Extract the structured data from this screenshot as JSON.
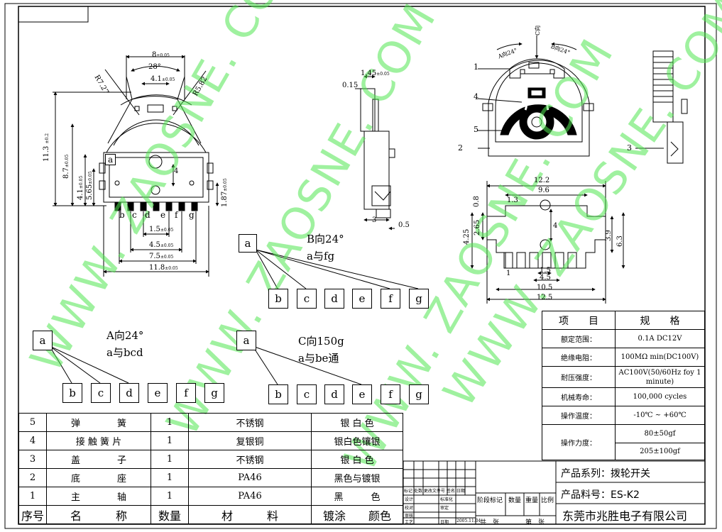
{
  "drawing": {
    "dims": {
      "w8": "8",
      "tol05": "±0.05",
      "ang28": "28°",
      "w41": "4.1",
      "r727": "R7.27",
      "r582": "R5.82",
      "h113": "11.3",
      "tol02": "±0.2",
      "h87": "8.7",
      "h41": "4.1",
      "h565": "5.65",
      "h187": "1.87",
      "w15": "1.5",
      "w45": "4.5",
      "w75": "7.5",
      "w118": "11.8",
      "w4": "4",
      "w145": "1.45",
      "w015": "0.15",
      "w3": "3",
      "w05": "0.5",
      "b122": "12.2",
      "b96": "9.6",
      "b13": "1.3",
      "b08": "0.8",
      "b425": "4.25",
      "b265": "2.65",
      "b4": "4",
      "b39": "3.9",
      "b63": "6.3",
      "b1": "1",
      "b15": "1.5",
      "b45": "4.5",
      "b105": "10.5",
      "b125": "12.5"
    },
    "pins": [
      "b",
      "c",
      "d",
      "e",
      "f",
      "g"
    ],
    "pin_a": "a",
    "callouts": [
      "1",
      "2",
      "3",
      "4",
      "5"
    ],
    "view_a_lbl": "A向24°",
    "view_b_lbl": "B向24°",
    "view_c_lbl": "C向"
  },
  "diagrams": {
    "b": {
      "line1": "B向24°",
      "line2": "a与fg"
    },
    "a": {
      "line1": "A向24°",
      "line2": "a与bcd"
    },
    "c": {
      "line1": "C向150g",
      "line2": "a与be通"
    }
  },
  "watermark": "WWW. ZAOSNE. COM",
  "specs": {
    "header": [
      "项　　目",
      "规　　格"
    ],
    "rows": [
      [
        "额定范围：",
        "0.1A DC12V"
      ],
      [
        "绝缘电阻：",
        "100MΩ min(DC100V)"
      ],
      [
        "耐压强度：",
        "AC100V(50/60Hz foy 1 minute)"
      ],
      [
        "机械寿命：",
        "100,000 cycles"
      ],
      [
        "操作温度：",
        "-10℃ ~ +60℃"
      ]
    ],
    "force_label": "操作力度：",
    "force_values": [
      "80±50gf",
      "205±100gf"
    ]
  },
  "bom": {
    "rows": [
      [
        "5",
        "弹　　　　簧",
        "1",
        "不锈钢",
        "银 白 色"
      ],
      [
        "4",
        "接 触 簧 片",
        "1",
        "复银铜",
        "银白色镶银"
      ],
      [
        "3",
        "盖　　　　子",
        "1",
        "不锈钢",
        "银 白 色"
      ],
      [
        "2",
        "底　　　　座",
        "1",
        "PA46",
        "黑色与镀银"
      ],
      [
        "1",
        "主　　　　轴",
        "1",
        "PA46",
        "黑　　　色"
      ]
    ],
    "header": [
      "序号",
      "名　　　称",
      "数量",
      "材　　　料",
      "镀涂　　颜色"
    ]
  },
  "title": {
    "series_label": "产品系列：",
    "series_value": "拨轮开关",
    "part_label": "产品料号：",
    "part_value": "ES-K2",
    "company": "东莞市兆胜电子有限公司",
    "stage": "阶段标记",
    "qty": "数量",
    "weight": "重量",
    "scale": "比例",
    "total": "共　张",
    "sheet": "第　张",
    "rev": [
      "标记",
      "处数",
      "更改文件号",
      "签名",
      "日期"
    ],
    "roles": [
      "设计",
      "校对",
      "审核",
      "工艺"
    ],
    "std": "标准化",
    "approve": "审定",
    "date_lbl": "日期",
    "date": "2005.11.04"
  }
}
